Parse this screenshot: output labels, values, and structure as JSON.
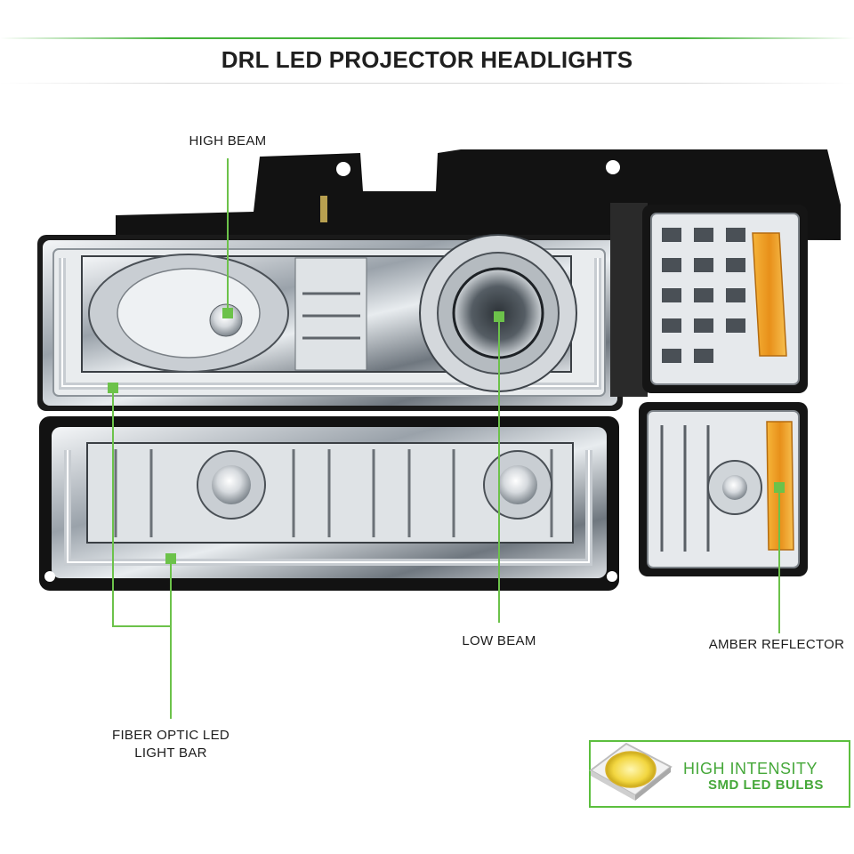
{
  "page": {
    "title": "DRL LED PROJECTOR HEADLIGHTS"
  },
  "callouts": {
    "high_beam": "HIGH BEAM",
    "low_beam": "LOW BEAM",
    "amber_reflector": "AMBER REFLECTOR",
    "fiber_optic_line1": "FIBER OPTIC LED",
    "fiber_optic_line2": "LIGHT BAR"
  },
  "badge": {
    "line1": "HIGH INTENSITY",
    "line2": "SMD LED BULBS"
  },
  "colors": {
    "accent_green": "#5cbf3e",
    "callout_line_green": "#6cc24a",
    "amber": "#f0a020",
    "housing_black": "#111111",
    "chrome": "#c8cdd2"
  }
}
